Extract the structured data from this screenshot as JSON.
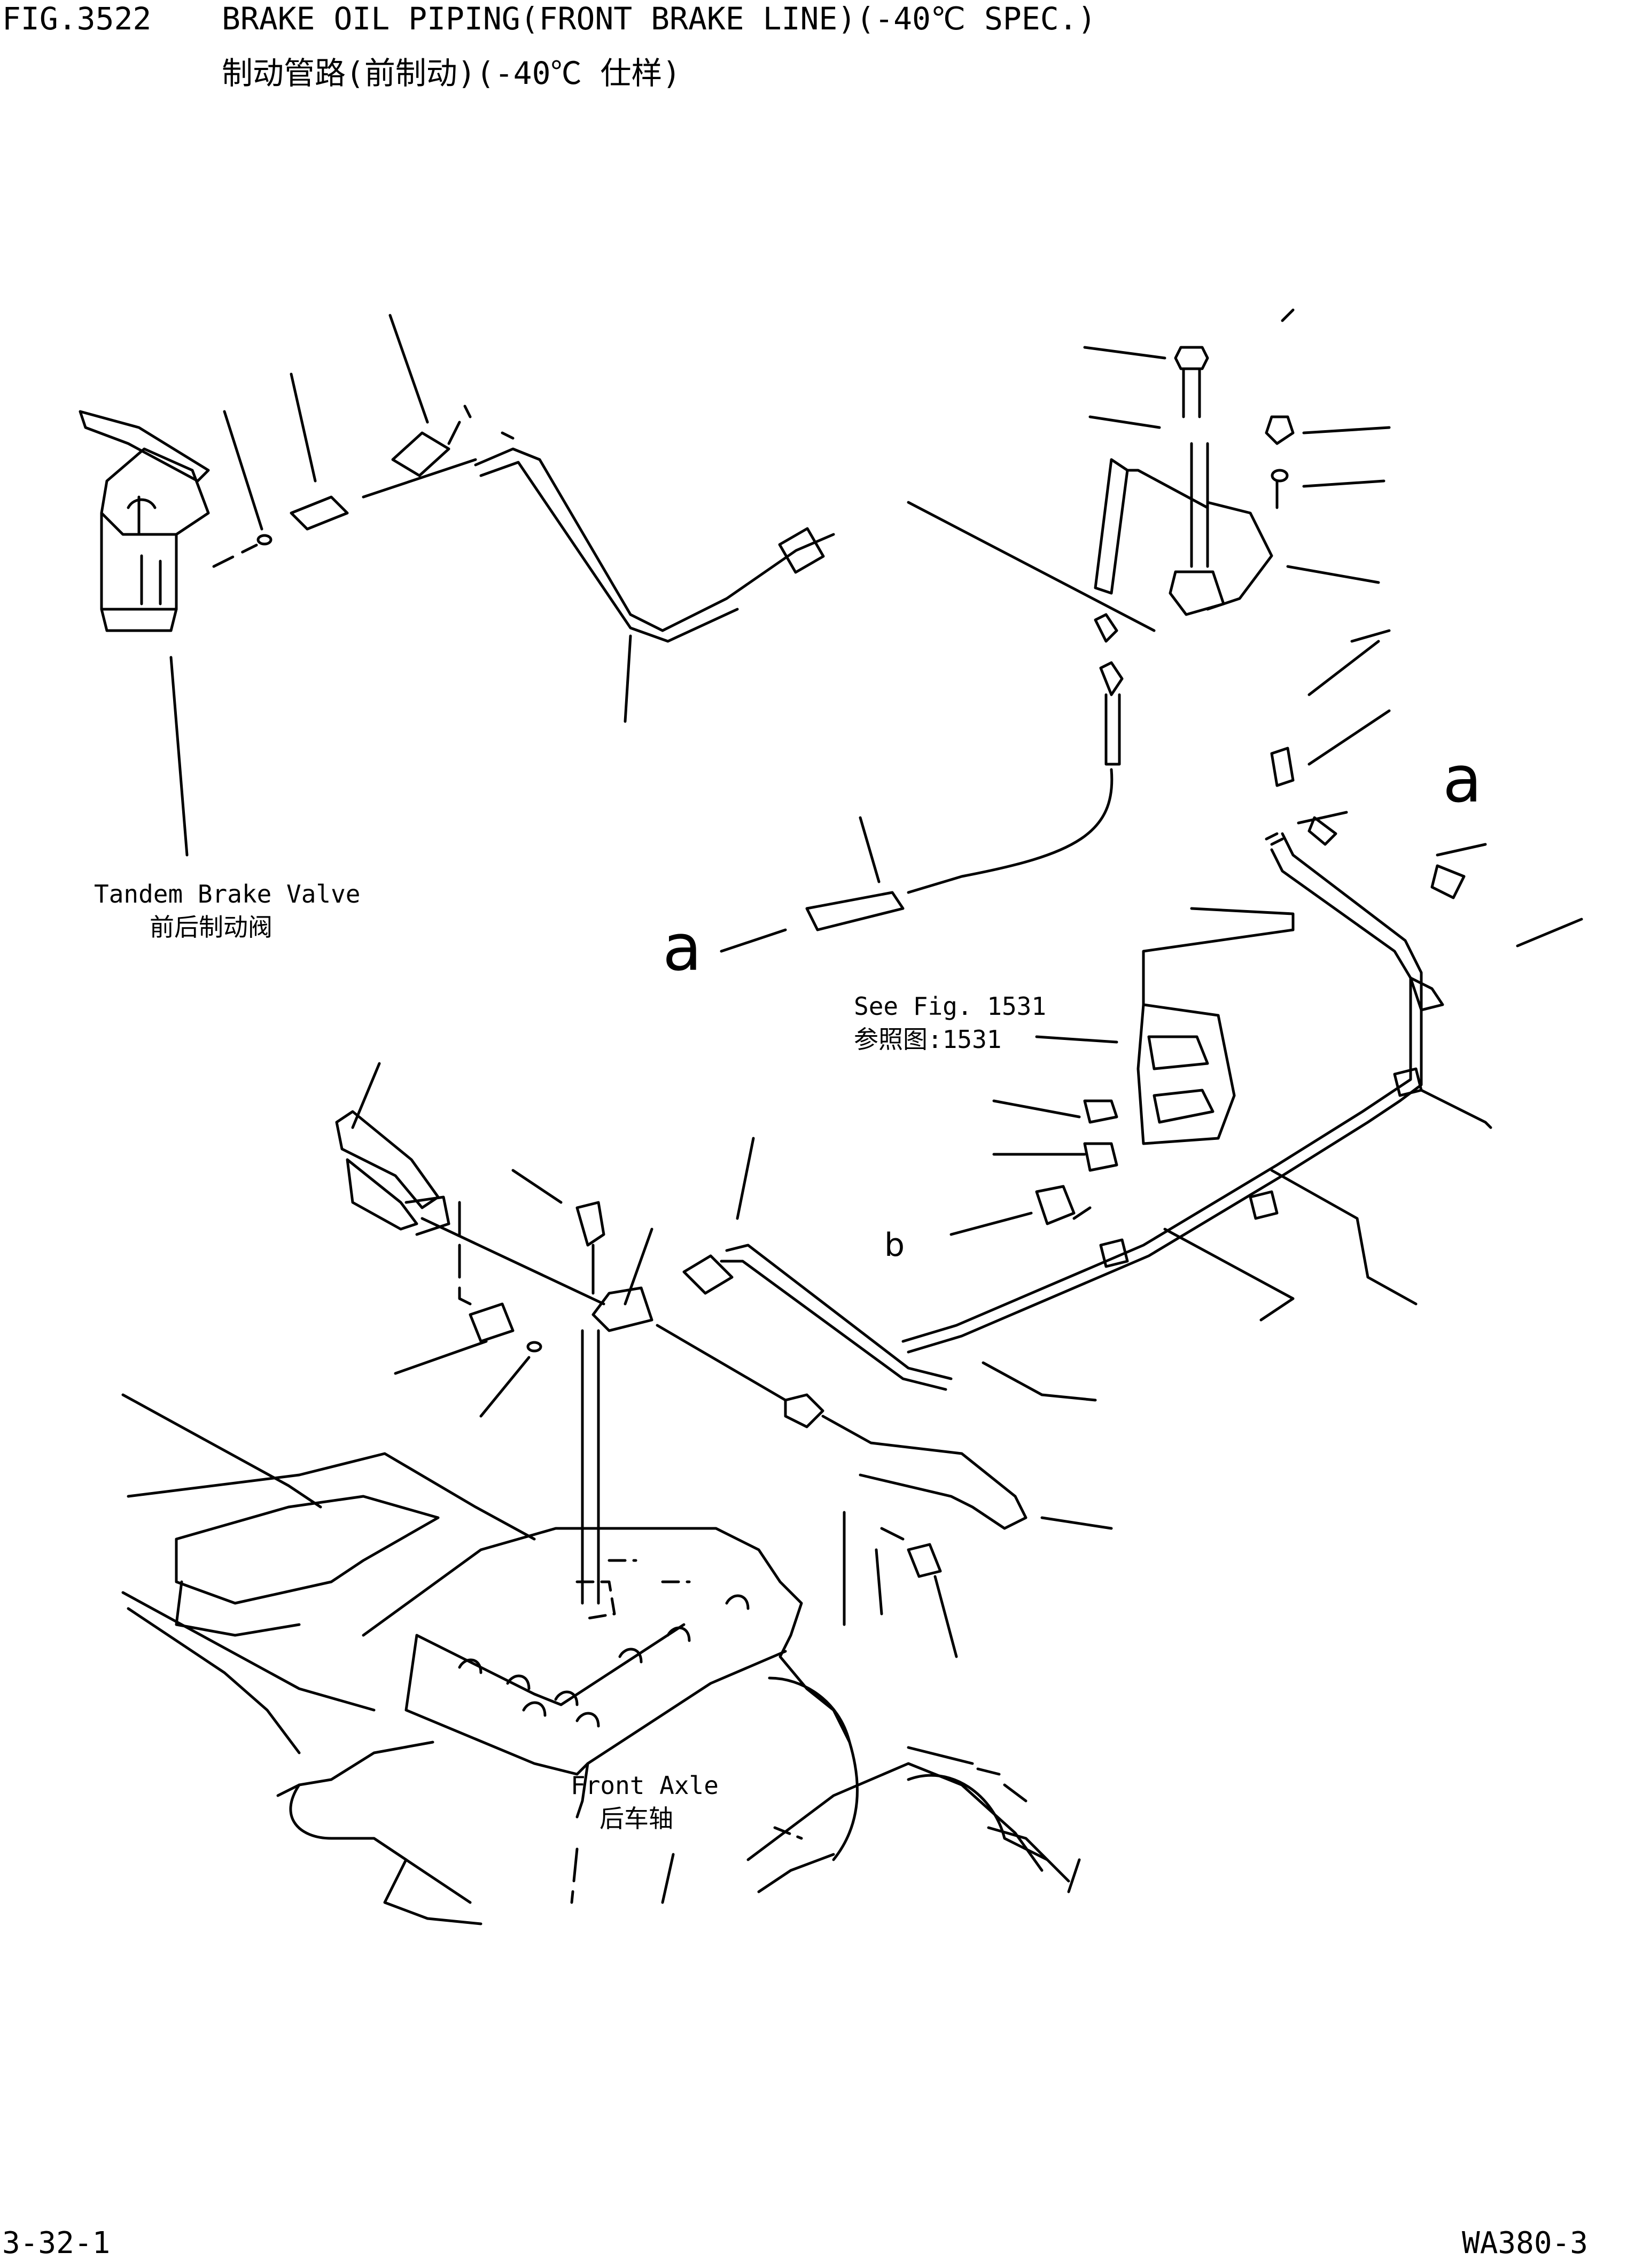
{
  "header": {
    "fig_number": "FIG.3522",
    "title_en": "BRAKE OIL PIPING(FRONT BRAKE LINE)(-40℃ SPEC.)",
    "title_cn": "制动管路(前制动)(-40℃ 仕样)"
  },
  "labels": {
    "tandem_en": "Tandem Brake Valve",
    "tandem_cn": "前后制动阀",
    "see_fig_en": "See Fig. 1531",
    "see_fig_cn": "参照图:1531",
    "front_axle_en": "Front Axle",
    "front_axle_cn": "后车轴",
    "connector_a_left": "a",
    "connector_a_right": "a",
    "connector_b": "b"
  },
  "footer": {
    "page": "3-32-1",
    "model": "WA380-3"
  }
}
